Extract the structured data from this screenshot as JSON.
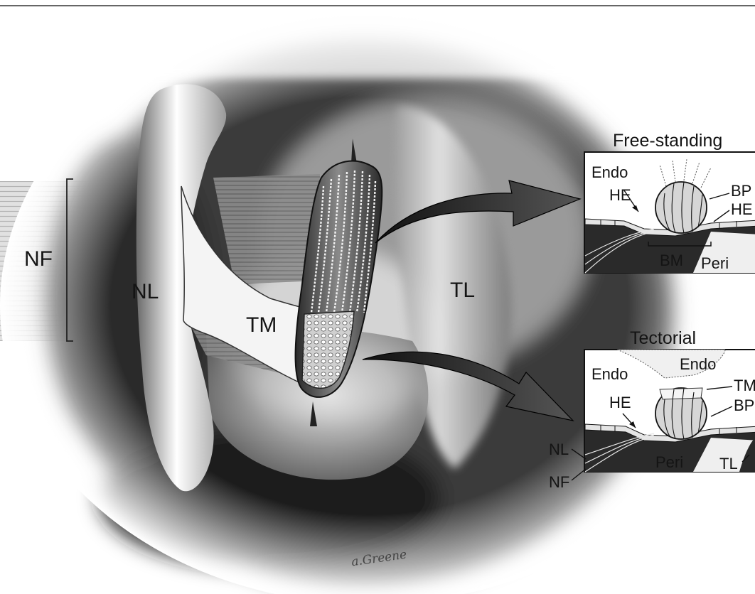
{
  "figure": {
    "main_labels": {
      "nf": "NF",
      "nl": "NL",
      "tm": "TM",
      "tl": "TL"
    },
    "panel_free_standing": {
      "title": "Free-standing",
      "labels": {
        "endo": "Endo",
        "he_left": "HE",
        "bp": "BP",
        "he_right": "HE",
        "bm": "BM",
        "peri": "Peri"
      }
    },
    "panel_tectorial": {
      "title": "Tectorial",
      "labels": {
        "endo_left": "Endo",
        "endo_top": "Endo",
        "tm": "TM",
        "he": "HE",
        "bp": "BP",
        "nl": "NL",
        "nf": "NF",
        "peri": "Peri",
        "tl": "TL"
      }
    },
    "signature": "a.Greene"
  },
  "colors": {
    "ink": "#141414",
    "background": "#ffffff"
  }
}
